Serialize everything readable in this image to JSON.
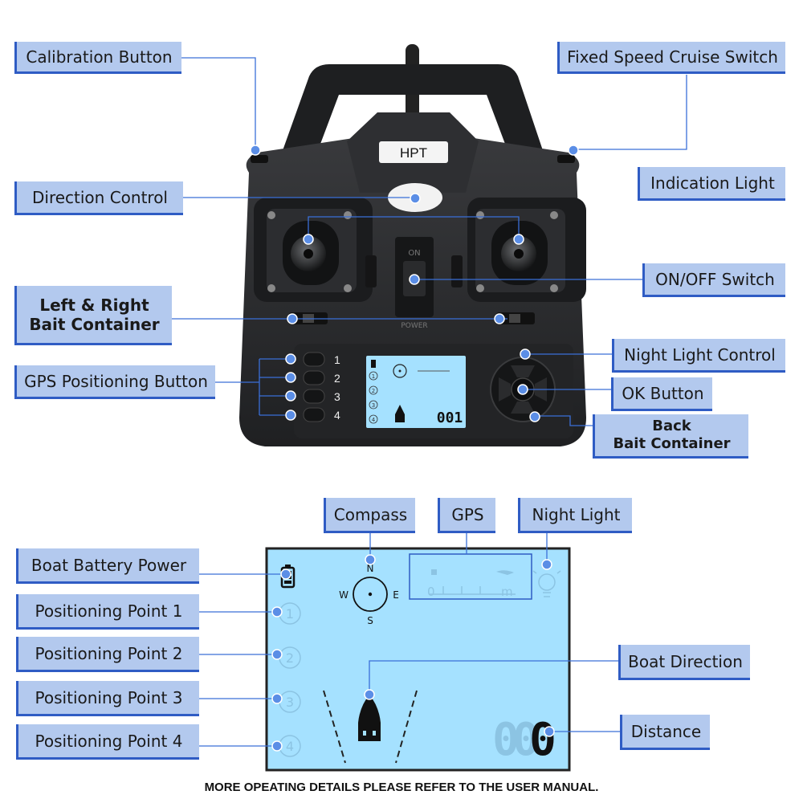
{
  "controller": {
    "brand": "HPT",
    "power_label": "POWER",
    "on_label": "ON",
    "gps_buttons": [
      "1",
      "2",
      "3",
      "4"
    ],
    "lcd_small_digits": "001"
  },
  "callouts": {
    "calibration": "Calibration Button",
    "fixed_speed": "Fixed Speed Cruise Switch",
    "indication_light": "Indication Light",
    "direction_control": "Direction Control",
    "on_off": "ON/OFF Switch",
    "bait_lr_line1": "Left & Right",
    "bait_lr_line2": "Bait Container",
    "night_light_control": "Night Light Control",
    "gps_positioning": "GPS Positioning Button",
    "ok_button": "OK Button",
    "back_bait_line1": "Back",
    "back_bait_line2": "Bait Container"
  },
  "screen_callouts": {
    "compass": "Compass",
    "gps": "GPS",
    "night_light": "Night Light",
    "battery": "Boat Battery Power",
    "point1": "Positioning Point 1",
    "point2": "Positioning Point 2",
    "point3": "Positioning Point 3",
    "point4": "Positioning Point 4",
    "boat_direction": "Boat Direction",
    "distance": "Distance"
  },
  "screen": {
    "compass": {
      "n": "N",
      "s": "S",
      "e": "E",
      "w": "W"
    },
    "gps_scale": {
      "zero": "0",
      "unit": "m"
    },
    "points": [
      "1",
      "2",
      "3",
      "4"
    ],
    "distance_digits": "000"
  },
  "footer": "MORE OPEATING DETAILS PLEASE REFER TO THE USER MANUAL.",
  "colors": {
    "label_fill": "#b3c9ee",
    "label_border": "#2f5cc4",
    "leader_line": "#3a6fd8",
    "lcd_background": "#a5e1ff",
    "controller_body": "#2a2b2d"
  }
}
